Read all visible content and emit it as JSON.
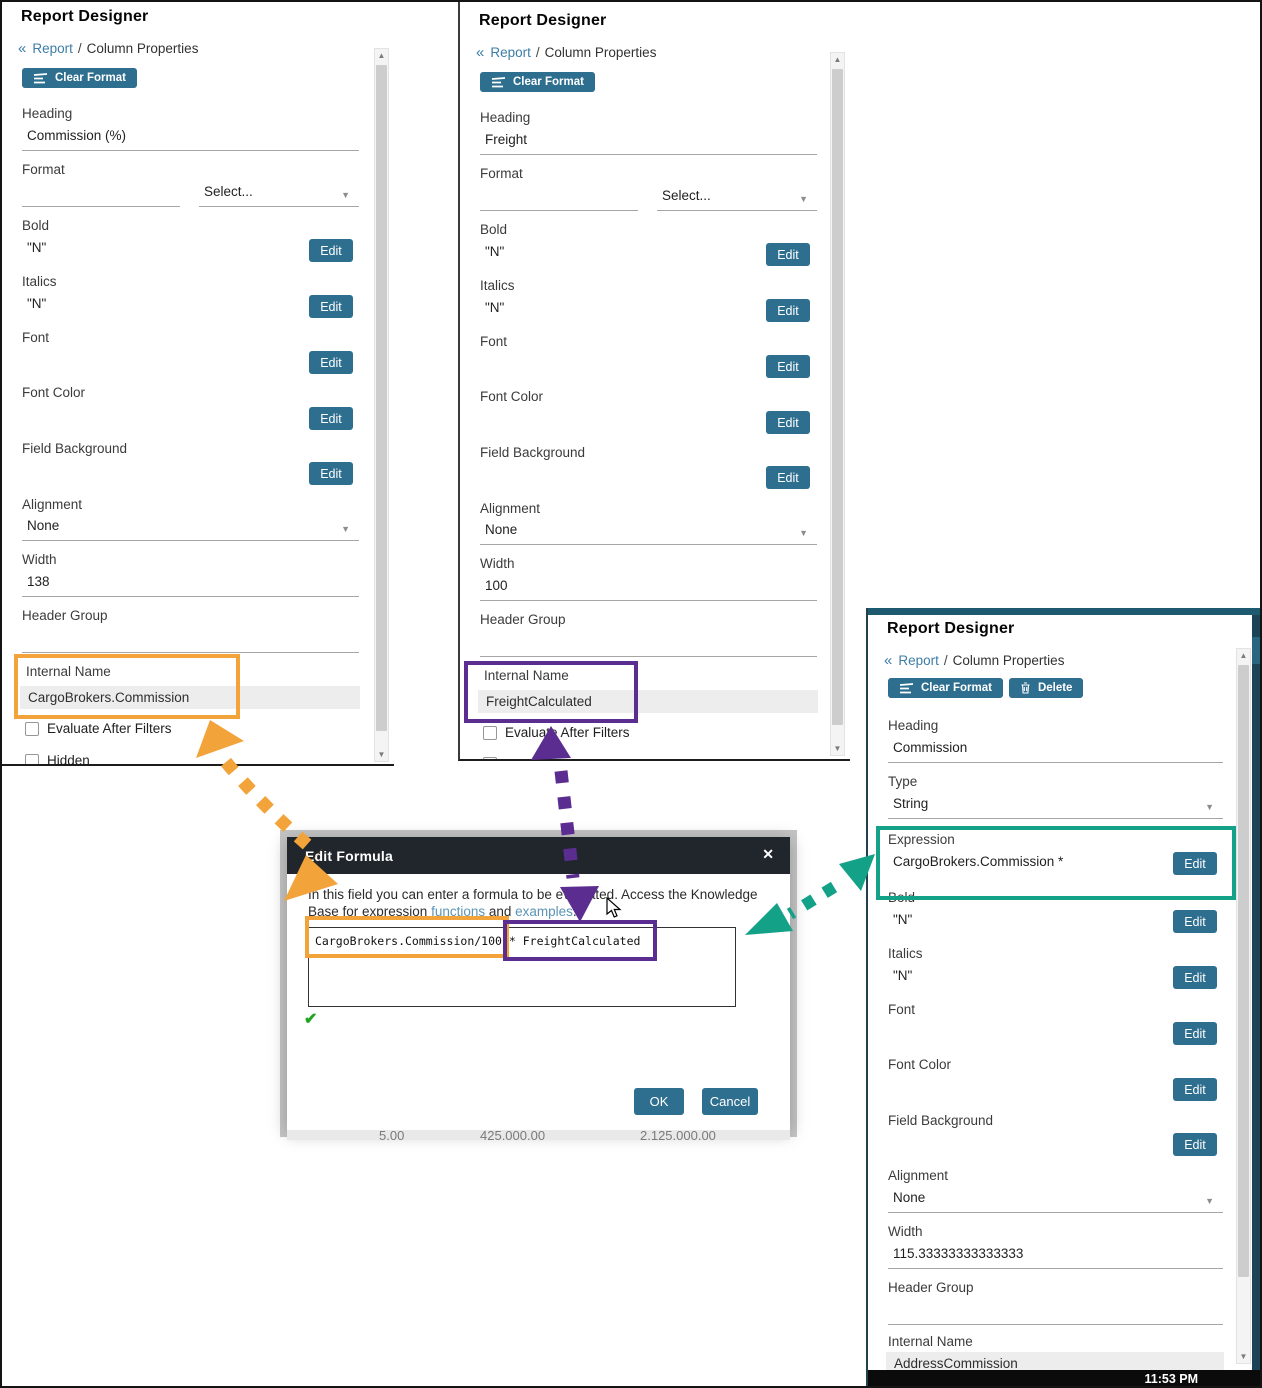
{
  "colors": {
    "accent_orange": "#F2A33A",
    "accent_purple": "#5C2D91",
    "accent_teal": "#13A287",
    "button_teal": "#2E6E8E",
    "dialog_header": "#20262B",
    "link_blue": "#3C7EA6",
    "dialog_link": "#5B94B5",
    "panel3_topbar": "#1D5A70",
    "panel3_sidebar": "#1C4356",
    "statusbar_black": "#0B0B0B"
  },
  "icons": {
    "back": "«",
    "caret": "▼",
    "close": "✕",
    "check": "✔",
    "scroll_up": "▲",
    "scroll_down": "▼"
  },
  "shared": {
    "title": "Report Designer",
    "breadcrumb": {
      "report_link": "Report",
      "separator": "/",
      "current": "Column Properties"
    },
    "buttons": {
      "clear_format": "Clear Format",
      "delete": "Delete",
      "edit": "Edit"
    },
    "labels": {
      "heading": "Heading",
      "format": "Format",
      "format_select": "Select...",
      "bold": "Bold",
      "italics": "Italics",
      "font": "Font",
      "font_color": "Font Color",
      "field_background": "Field Background",
      "alignment": "Alignment",
      "width": "Width",
      "header_group": "Header Group",
      "internal_name": "Internal Name",
      "evaluate_after_filters": "Evaluate After Filters",
      "hidden": "Hidden",
      "type": "Type",
      "expression": "Expression"
    }
  },
  "panel_commission_pct": {
    "heading_value": "Commission (%)",
    "bold_value": "\"N\"",
    "italics_value": "\"N\"",
    "alignment_value": "None",
    "width_value": "138",
    "internal_name_value": "CargoBrokers.Commission"
  },
  "panel_freight": {
    "heading_value": "Freight",
    "bold_value": "\"N\"",
    "italics_value": "\"N\"",
    "alignment_value": "None",
    "width_value": "100",
    "internal_name_value": "FreightCalculated"
  },
  "panel_commission": {
    "heading_value": "Commission",
    "type_value": "String",
    "expression_value": "CargoBrokers.Commission *",
    "bold_value": "\"N\"",
    "italics_value": "\"N\"",
    "alignment_value": "None",
    "width_value": "115.33333333333333",
    "internal_name_value": "AddressCommission",
    "statusbar_time": "11:53 PM"
  },
  "dialog": {
    "title": "Edit Formula",
    "description_prefix": "In this field you can enter a formula to be evaluated. Access the Knowledge Base for expression ",
    "link_functions": "functions",
    "description_and": " and ",
    "link_examples": "examples",
    "description_suffix": ".",
    "formula_left": "CargoBrokers.Commission/100",
    "formula_operator": " * ",
    "formula_right": "FreightCalculated",
    "ok": "OK",
    "cancel": "Cancel"
  },
  "background_table": {
    "row_values": [
      "5.00",
      "425,000.00",
      "2,125,000.00"
    ]
  }
}
